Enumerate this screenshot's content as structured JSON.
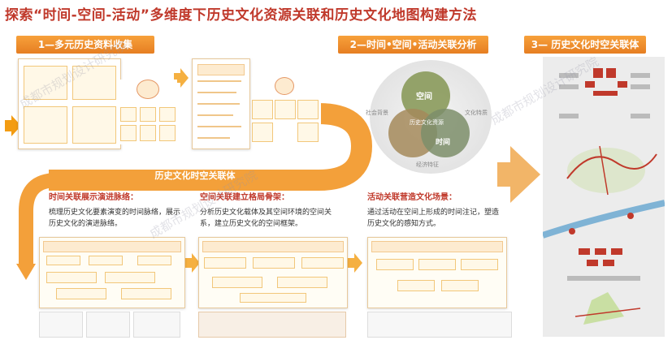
{
  "title": "探索“时间-空间-活动”多维度下历史文化资源关联和历史文化地图构建方法",
  "stages": {
    "s1": "1—多元历史资料收集",
    "s2": "2—时间•空间•活动关联分析",
    "s3": "3— 历史文化时空关联体"
  },
  "band_label": "历史文化时空关联体",
  "venn": {
    "top": "空间",
    "bottom": "时间",
    "left": "社会背景",
    "right": "文化特质",
    "bottom_label": "经济特征",
    "center": "历史文化资源"
  },
  "sections": [
    {
      "title": "时间关联展示演进脉络：",
      "text": "梳理历史文化要素演变的时间脉络，展示历史文化的演进脉络。"
    },
    {
      "title": "空间关联建立格局骨架：",
      "text": "分析历史文化载体及其空间环境的空间关系，建立历史文化的空间框架。"
    },
    {
      "title": "活动关联营造文化场景：",
      "text": "通过活动在空间上形成的时间注记，塑造历史文化的感知方式。"
    }
  ],
  "watermark": "成都市规划设计研究院",
  "colors": {
    "accent": "#e67e22",
    "title": "#c0392b",
    "band": "#f39c12"
  }
}
